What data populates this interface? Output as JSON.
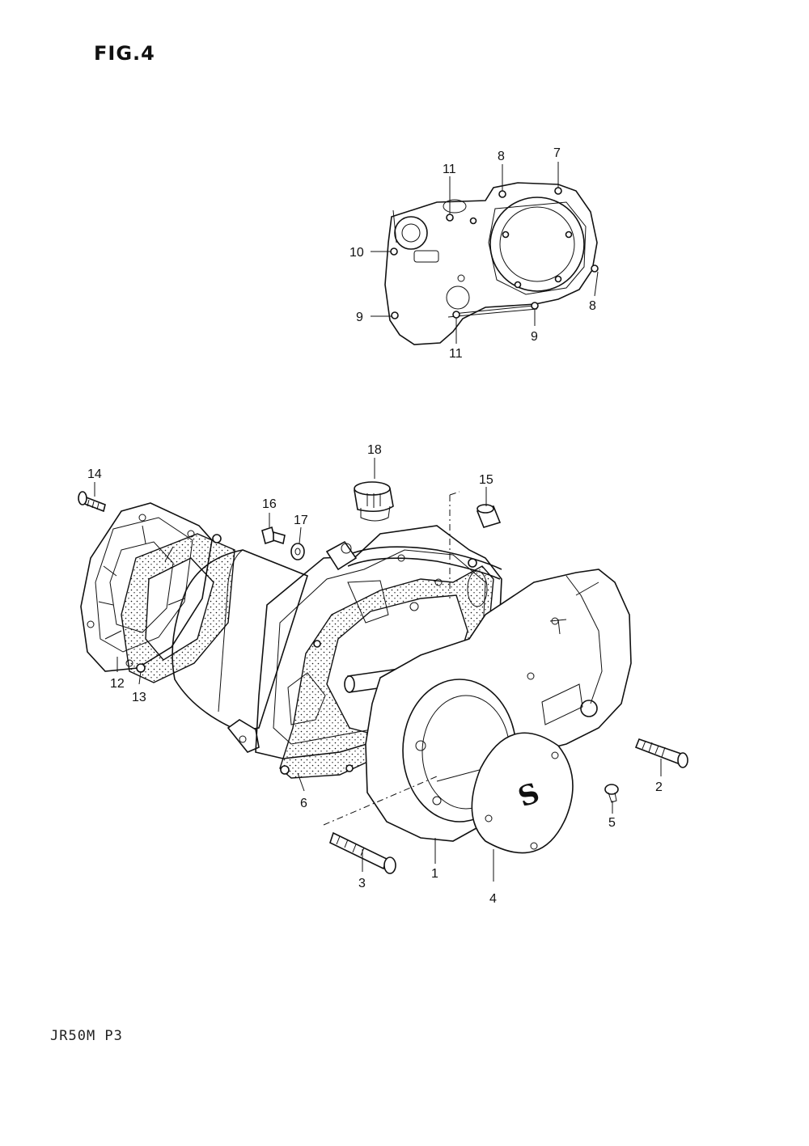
{
  "figure": {
    "title": "FIG.4",
    "model_code": "JR50M P3"
  },
  "callouts": {
    "c1": "1",
    "c2": "2",
    "c3": "3",
    "c4": "4",
    "c5": "5",
    "c6": "6",
    "c7": "7",
    "c8a": "8",
    "c8b": "8",
    "c9a": "9",
    "c9b": "9",
    "c10": "10",
    "c11a": "11",
    "c11b": "11",
    "c12": "12",
    "c13": "13",
    "c14": "14",
    "c15": "15",
    "c16": "16",
    "c17": "17",
    "c18": "18"
  },
  "parts": [
    {
      "ref": "1",
      "depicted": "crankcase cover"
    },
    {
      "ref": "2",
      "depicted": "screw"
    },
    {
      "ref": "3",
      "depicted": "screw"
    },
    {
      "ref": "4",
      "depicted": "cover plate"
    },
    {
      "ref": "5",
      "depicted": "screw"
    },
    {
      "ref": "6",
      "depicted": "gasket"
    },
    {
      "ref": "7",
      "depicted": "cover screw hole"
    },
    {
      "ref": "8",
      "depicted": "cover screw hole"
    },
    {
      "ref": "9",
      "depicted": "cover screw hole"
    },
    {
      "ref": "10",
      "depicted": "cover screw hole"
    },
    {
      "ref": "11",
      "depicted": "cover screw hole"
    },
    {
      "ref": "12",
      "depicted": "cover"
    },
    {
      "ref": "13",
      "depicted": "gasket"
    },
    {
      "ref": "14",
      "depicted": "screw"
    },
    {
      "ref": "15",
      "depicted": "dowel pin"
    },
    {
      "ref": "16",
      "depicted": "bolt"
    },
    {
      "ref": "17",
      "depicted": "washer"
    },
    {
      "ref": "18",
      "depicted": "oil filler cap"
    }
  ]
}
